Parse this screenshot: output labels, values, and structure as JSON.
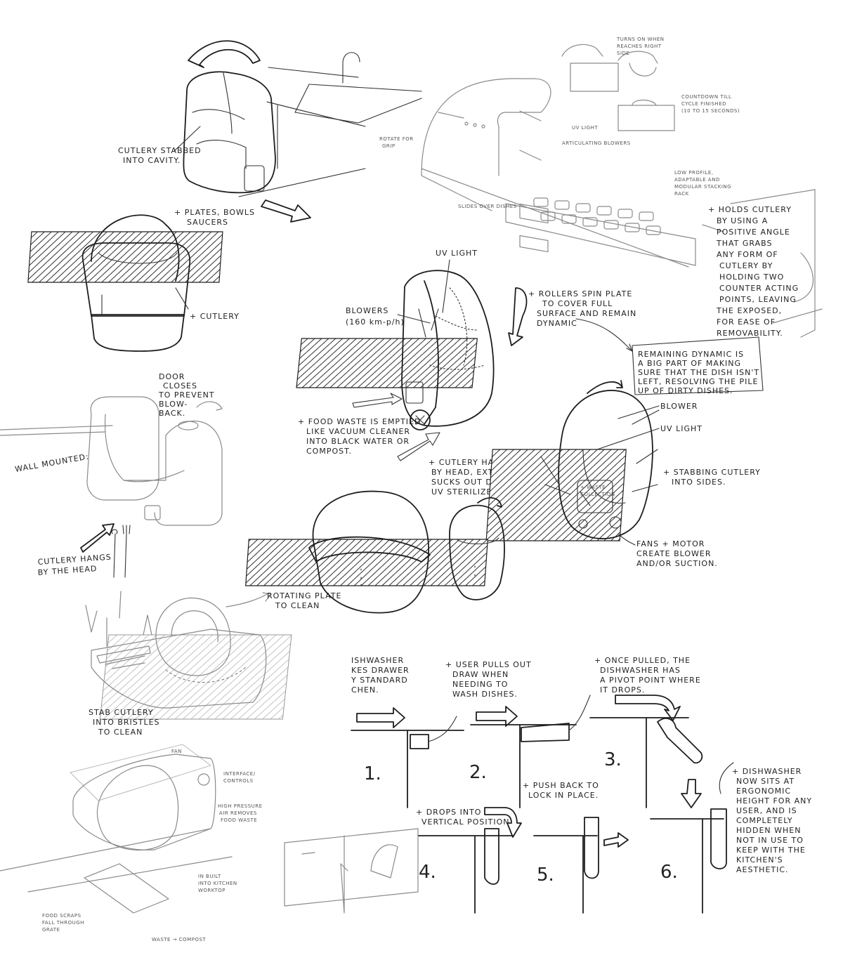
{
  "annotations": {
    "cutlery_stabbed": [
      "CUTLERY STABBED",
      "INTO CAVITY."
    ],
    "plates_bowls": [
      "+ PLATES, BOWLS",
      "SAUCERS"
    ],
    "cutlery_plus": "+ CUTLERY",
    "door_closes": [
      "DOOR",
      "CLOSES",
      "TO PREVENT",
      "BLOW-",
      "BACK."
    ],
    "wall_mounted": "WALL MOUNTED:",
    "cutlery_hangs_head": [
      "CUTLERY HANGS",
      "BY THE HEAD"
    ],
    "rotating_plate": [
      "ROTATING PLATE",
      "TO CLEAN"
    ],
    "stab_cutlery_bristles": [
      "STAB CUTLERY",
      "INTO BRISTLES",
      "TO CLEAN"
    ],
    "uv_light_center": "UV LIGHT",
    "blowers_center": [
      "BLOWERS",
      "(160 km-p/h)"
    ],
    "rollers_spin": [
      "+ ROLLERS SPIN PLATE",
      "TO COVER FULL",
      "SURFACE AND REMAIN",
      "DYNAMIC"
    ],
    "remaining_dynamic": [
      "REMAINING DYNAMIC IS",
      "A BIG PART OF MAKING",
      "SURE THAT THE DISH ISN'T",
      "LEFT, RESOLVING THE PILE",
      "UP OF DIRTY DISHES."
    ],
    "food_waste": [
      "+ FOOD WASTE IS EMPTIED",
      "LIKE VACUUM CLEANER",
      "INTO BLACK WATER OR",
      "COMPOST."
    ],
    "cutlery_hangs_extraction": [
      "+ CUTLERY HANGS",
      "BY HEAD, EXTRACTION",
      "SUCKS OUT DEBRIS +",
      "UV STERILIZES."
    ],
    "blower_right": "BLOWER",
    "uv_light_right": "UV LIGHT",
    "stabbing_cutlery": [
      "+ STABBING CUTLERY",
      "INTO SIDES."
    ],
    "waste_collection": [
      "+ WASTE",
      "COLLECTION"
    ],
    "fans_motor": [
      "FANS + MOTOR",
      "CREATE BLOWER",
      "AND/OR SUCTION."
    ],
    "holds_cutlery": [
      "+ HOLDS CUTLERY",
      "BY USING A",
      "POSITIVE ANGLE",
      "THAT GRABS",
      "ANY FORM OF",
      "CUTLERY BY",
      "HOLDING TWO",
      "COUNTER ACTING",
      "POINTS, LEAVING",
      "THE EXPOSED,",
      "FOR EASE OF",
      "REMOVABILITY."
    ],
    "turns_on": [
      "TURNS ON WHEN",
      "REACHES RIGHT",
      "SIDE"
    ],
    "countdown": [
      "COUNTDOWN TILL",
      "CYCLE FINISHED",
      "(10 TO 15 SECONDS)"
    ],
    "uv_light_top": "UV LIGHT",
    "articulating_blowers": "ARTICULATING BLOWERS",
    "rotate_for_grip": [
      "ROTATE FOR",
      "GRIP"
    ],
    "low_profile": [
      "LOW PROFILE,",
      "ADAPTABLE AND",
      "MODULAR STACKING",
      "RACK"
    ],
    "slides_over_dishes": "SLIDES OVER DISHES",
    "dishwasher_drawer": [
      "ISHWASHER",
      "KES DRAWER",
      "Y STANDARD",
      "CHEN."
    ],
    "user_pulls": [
      "+ USER PULLS OUT",
      "DRAW WHEN",
      "NEEDING TO",
      "WASH DISHES."
    ],
    "once_pulled": [
      "+ ONCE PULLED, THE",
      "DISHWASHER HAS",
      "A PIVOT POINT WHERE",
      "IT DROPS."
    ],
    "push_back": [
      "+ PUSH BACK TO",
      "LOCK IN PLACE."
    ],
    "drops_vertical": [
      "+ DROPS INTO",
      "VERTICAL POSITION"
    ],
    "ergonomic": [
      "+ DISHWASHER",
      "NOW SITS AT",
      "ERGONOMIC",
      "HEIGHT FOR ANY",
      "USER, AND IS",
      "COMPLETELY",
      "HIDDEN WHEN",
      "NOT IN USE TO",
      "KEEP WITH THE",
      "KITCHEN'S",
      "AESTHETIC."
    ],
    "interface_controls": [
      "INTERFACE/",
      "CONTROLS"
    ],
    "high_pressure": [
      "HIGH PRESSURE",
      "AIR REMOVES",
      "FOOD WASTE"
    ],
    "in_built": [
      "IN BUILT",
      "INTO KITCHEN",
      "WORKTOP"
    ],
    "food_scraps": [
      "FOOD SCRAPS",
      "FALL THROUGH",
      "GRATE"
    ],
    "waste_compost": "WASTE → COMPOST",
    "fan_label": "FAN"
  },
  "steps": [
    "1.",
    "2.",
    "3.",
    "4.",
    "5.",
    "6."
  ]
}
